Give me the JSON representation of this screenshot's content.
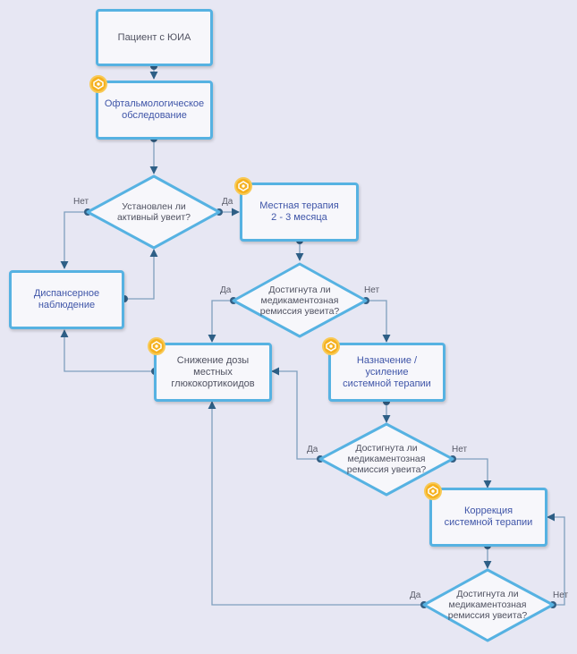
{
  "colors": {
    "node_border": "#56b2e2",
    "node_fill": "#f7f7fb",
    "edge": "#7f9fbe",
    "dot": "#335f84",
    "badge": "#f5b11f"
  },
  "icons": {
    "badge": "reminder-badge-icon"
  },
  "nodes": {
    "patient": "Пациент с ЮИА",
    "exam": "Офтальмологическое\nобследование",
    "observation": "Диспансерное\nнаблюдение",
    "local_therapy": "Местная терапия\n2 - 3 месяца",
    "dose_reduction": "Снижение дозы\nместных\nглюкокортикоидов",
    "systemic": "Назначение / усиление\nсистемной терапии",
    "correction": "Коррекция\nсистемной терапии"
  },
  "decisions": {
    "d1": "Установлен ли\nактивный увеит?",
    "d2": "Достигнута ли\nмедикаментозная\nремиссия увеита?",
    "d3": "Достигнута ли\nмедикаментозная\nремиссия увеита?",
    "d4": "Достигнута ли\nмедикаментозная\nремиссия увеита?"
  },
  "labels": {
    "d1_no": "Нет",
    "d1_yes": "Да",
    "d2_yes": "Да",
    "d2_no": "Нет",
    "d3_yes": "Да",
    "d3_no": "Нет",
    "d4_yes": "Да",
    "d4_no": "Нет"
  }
}
